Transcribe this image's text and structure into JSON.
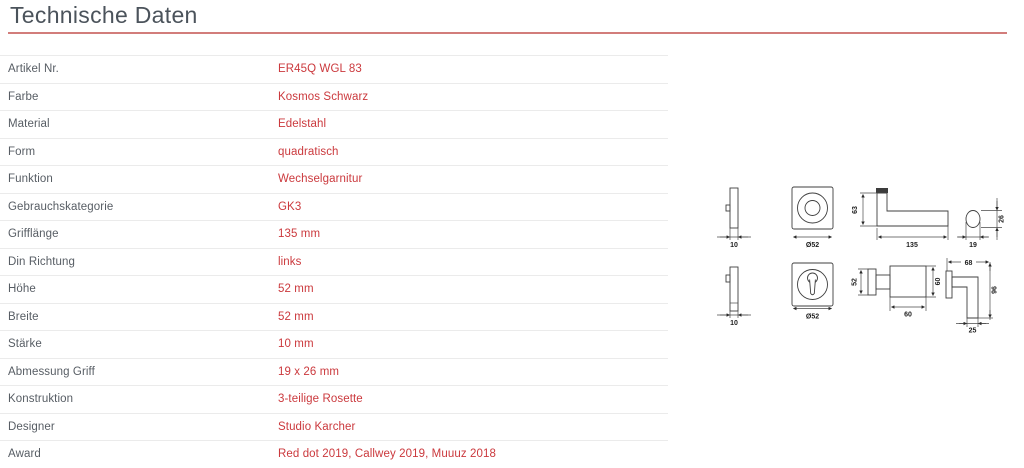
{
  "header": {
    "title": "Technische Daten"
  },
  "colors": {
    "value_red": "#cb393d",
    "rule_red": "#d27d7b"
  },
  "table": {
    "rows": [
      {
        "label": "Artikel Nr.",
        "value": "ER45Q WGL 83"
      },
      {
        "label": "Farbe",
        "value": "Kosmos Schwarz"
      },
      {
        "label": "Material",
        "value": "Edelstahl"
      },
      {
        "label": "Form",
        "value": "quadratisch"
      },
      {
        "label": "Funktion",
        "value": "Wechselgarnitur"
      },
      {
        "label": "Gebrauchskategorie",
        "value": "GK3"
      },
      {
        "label": "Grifflänge",
        "value": "135 mm"
      },
      {
        "label": "Din Richtung",
        "value": "links"
      },
      {
        "label": "Höhe",
        "value": "52 mm"
      },
      {
        "label": "Breite",
        "value": "52 mm"
      },
      {
        "label": "Stärke",
        "value": "10 mm"
      },
      {
        "label": "Abmessung Griff",
        "value": "19 x 26 mm"
      },
      {
        "label": "Konstruktion",
        "value": "3-teilige Rosette"
      },
      {
        "label": "Designer",
        "value": "Studio Karcher"
      },
      {
        "label": "Award",
        "value": "Red dot 2019, Callwey 2019, Muuuz 2018"
      }
    ]
  },
  "drawings": {
    "top_row": {
      "rosette_thickness": "10",
      "rosette_diameter": "Ø52",
      "handle_height": "63",
      "handle_length": "135",
      "grip_width": "19",
      "grip_height": "26"
    },
    "bottom_row": {
      "rosette_thickness": "10",
      "rosette_diameter": "Ø52",
      "rosette_size": "52",
      "knob_height": "60",
      "knob_width": "60",
      "projection": "68",
      "total_height": "96",
      "grip_depth": "25"
    }
  }
}
